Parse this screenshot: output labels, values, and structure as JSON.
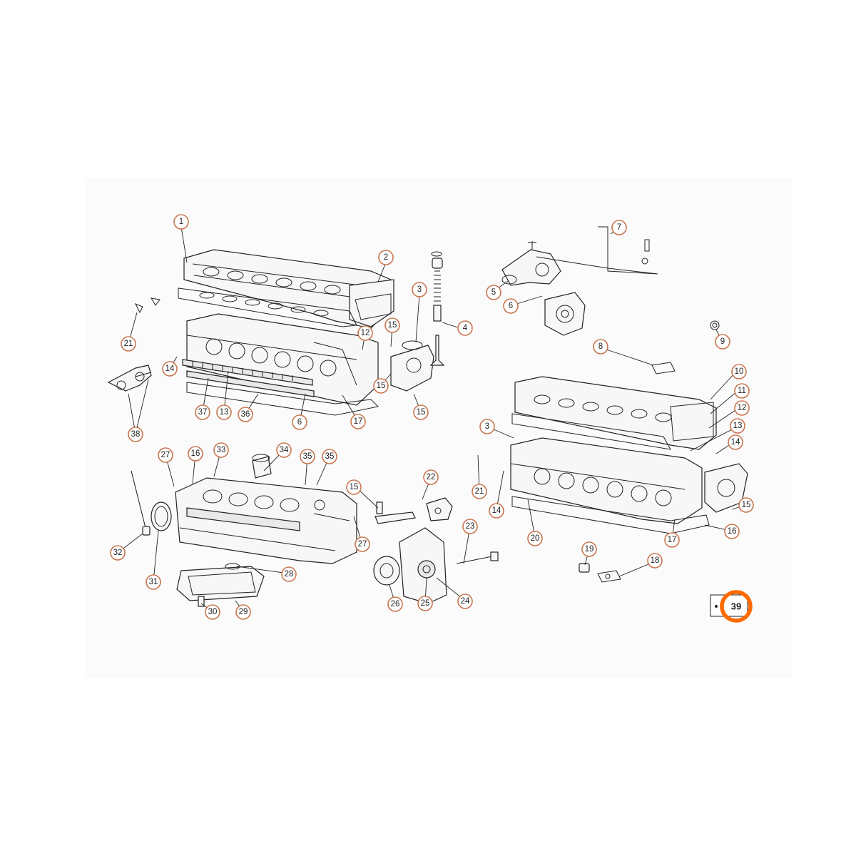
{
  "callouts": [
    {
      "id": "c1",
      "label": "1"
    },
    {
      "id": "c2",
      "label": "2"
    },
    {
      "id": "c3a",
      "label": "3"
    },
    {
      "id": "c4",
      "label": "4"
    },
    {
      "id": "c5",
      "label": "5"
    },
    {
      "id": "c6a",
      "label": "6"
    },
    {
      "id": "c7",
      "label": "7"
    },
    {
      "id": "c8",
      "label": "8"
    },
    {
      "id": "c9",
      "label": "9"
    },
    {
      "id": "c10",
      "label": "10"
    },
    {
      "id": "c11",
      "label": "11"
    },
    {
      "id": "c12a",
      "label": "12"
    },
    {
      "id": "c12b",
      "label": "12"
    },
    {
      "id": "c13a",
      "label": "13"
    },
    {
      "id": "c13b",
      "label": "13"
    },
    {
      "id": "c14a",
      "label": "14"
    },
    {
      "id": "c14b",
      "label": "14"
    },
    {
      "id": "c14c",
      "label": "14"
    },
    {
      "id": "c15a",
      "label": "15"
    },
    {
      "id": "c15b",
      "label": "15"
    },
    {
      "id": "c15c",
      "label": "15"
    },
    {
      "id": "c15d",
      "label": "15"
    },
    {
      "id": "c15e",
      "label": "15"
    },
    {
      "id": "c16a",
      "label": "16"
    },
    {
      "id": "c16b",
      "label": "16"
    },
    {
      "id": "c17a",
      "label": "17"
    },
    {
      "id": "c17b",
      "label": "17"
    },
    {
      "id": "c18",
      "label": "18"
    },
    {
      "id": "c19",
      "label": "19"
    },
    {
      "id": "c20",
      "label": "20"
    },
    {
      "id": "c21a",
      "label": "21"
    },
    {
      "id": "c21b",
      "label": "21"
    },
    {
      "id": "c22",
      "label": "22"
    },
    {
      "id": "c23",
      "label": "23"
    },
    {
      "id": "c24",
      "label": "24"
    },
    {
      "id": "c25",
      "label": "25"
    },
    {
      "id": "c26",
      "label": "26"
    },
    {
      "id": "c27a",
      "label": "27"
    },
    {
      "id": "c27b",
      "label": "27"
    },
    {
      "id": "c28",
      "label": "28"
    },
    {
      "id": "c29",
      "label": "29"
    },
    {
      "id": "c30",
      "label": "30"
    },
    {
      "id": "c31",
      "label": "31"
    },
    {
      "id": "c32",
      "label": "32"
    },
    {
      "id": "c33",
      "label": "33"
    },
    {
      "id": "c34",
      "label": "34"
    },
    {
      "id": "c35a",
      "label": "35"
    },
    {
      "id": "c35b",
      "label": "35"
    },
    {
      "id": "c36",
      "label": "36"
    },
    {
      "id": "c37",
      "label": "37"
    },
    {
      "id": "c38",
      "label": "38"
    },
    {
      "id": "c3b",
      "label": "3"
    },
    {
      "id": "c6b",
      "label": "6"
    }
  ],
  "highlight": {
    "label": "39",
    "ring_color": "#ff6a00"
  },
  "colors": {
    "callout_ring": "#c8764f",
    "line": "#222222",
    "highlight": "#ff6a00"
  }
}
